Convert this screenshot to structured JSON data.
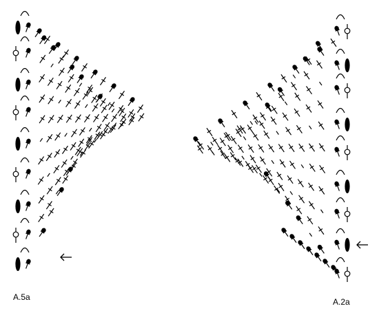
{
  "diagram": {
    "charts": [
      {
        "label": "A.5a",
        "side": "left"
      },
      {
        "label": "A.2a",
        "side": "right"
      }
    ],
    "colors": {
      "ink": "#000000",
      "background": "#ffffff"
    }
  }
}
